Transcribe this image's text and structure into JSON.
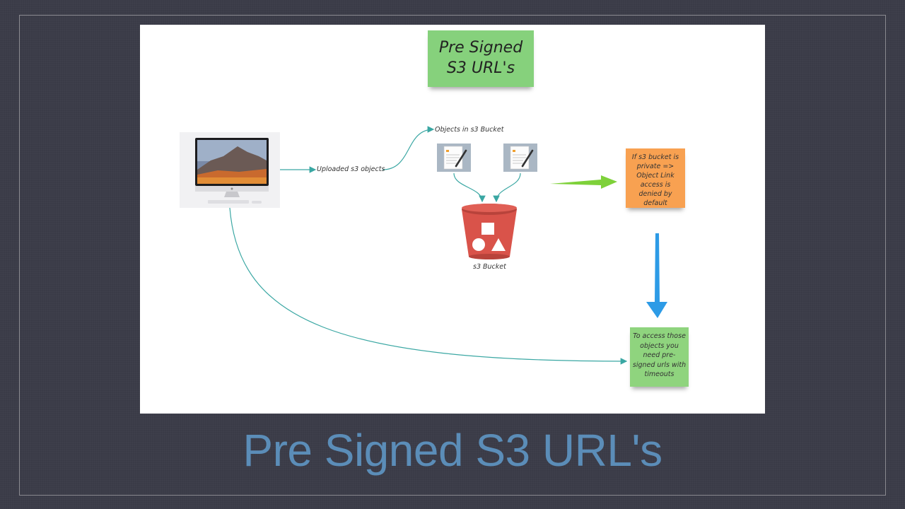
{
  "slide": {
    "title": "Pre Signed S3 URL's",
    "caption": "Pre Signed S3 URL's"
  },
  "diagram": {
    "nodes": {
      "objects_label": "Objects in s3 Bucket",
      "uploaded_label": "Uploaded s3 objects",
      "bucket_label": "s3 Bucket",
      "private_note": "If s3 bucket is private => Object Link access is denied by default",
      "access_note": "To access those objects you need pre-signed urls with timeouts"
    },
    "icons": {
      "computer": "imac-icon",
      "document": "document-icon",
      "bucket": "s3-bucket-icon"
    },
    "colors": {
      "connector": "#3aa7a3",
      "green_arrow": "#7ed13a",
      "blue_arrow": "#2d9be6",
      "bucket_red": "#d9534a",
      "title_note": "#86d17c",
      "private_note": "#f8a151",
      "access_note": "#8fd47e",
      "caption": "#5b8db8"
    }
  }
}
